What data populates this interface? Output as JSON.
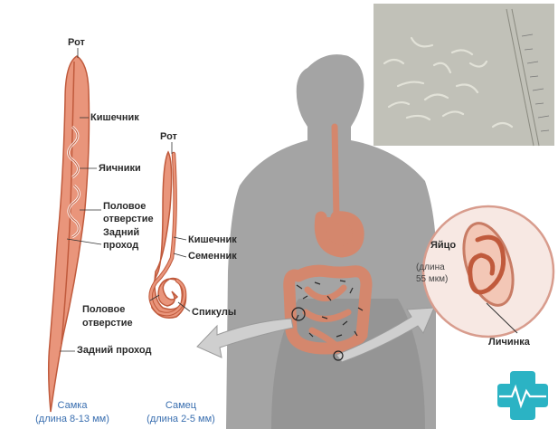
{
  "female": {
    "mouth": "Рот",
    "intestine": "Кишечник",
    "ovaries": "Яичники",
    "genital_opening_1": "Половое",
    "genital_opening_2": "отверстие",
    "anal_1": "Задний",
    "anal_2": "проход",
    "anus": "Задний проход",
    "caption_1": "Самка",
    "caption_2": "(длина 8-13 мм)"
  },
  "male": {
    "mouth": "Рот",
    "intestine": "Кишечник",
    "testis": "Семенник",
    "genital_opening_1": "Половое",
    "genital_opening_2": "отверстие",
    "spicules": "Спикулы",
    "caption_1": "Самец",
    "caption_2": "(длина 2-5 мм)"
  },
  "egg": {
    "title": "Яйцо",
    "size_1": "(длина",
    "size_2": "55 мкм)",
    "larva": "Личинка"
  },
  "colors": {
    "worm": "#e9957b",
    "worm_dark": "#c05a3c",
    "body": "#9e9e9e",
    "caption": "#3a6fb0",
    "logo": "#2bb3c4"
  }
}
